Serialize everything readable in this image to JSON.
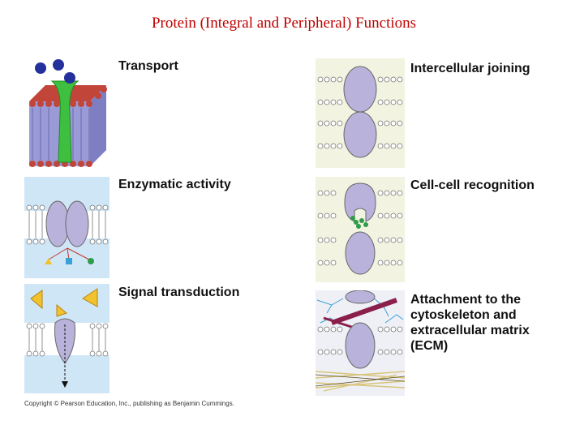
{
  "title": "Protein (Integral and Peripheral) Functions",
  "panels": [
    {
      "key": "transport",
      "label": "Transport"
    },
    {
      "key": "enzymatic",
      "label": "Enzymatic activity"
    },
    {
      "key": "signal",
      "label": "Signal transduction"
    },
    {
      "key": "joining",
      "label": "Intercellular joining"
    },
    {
      "key": "recognition",
      "label": "Cell-cell recognition"
    },
    {
      "key": "attachment",
      "label_lines": [
        "Attachment to the",
        "cytoskeleton and",
        "extracellular matrix",
        "(ECM)"
      ]
    }
  ],
  "copyright": "Copyright © Pearson Education, Inc., publishing as Benjamin Cummings.",
  "colors": {
    "title": "#c00000",
    "membrane_bg": "#cfe6f7",
    "protein": "#b9b3dc",
    "channel": "#3fbf3f",
    "lipid_head": "#c2453a",
    "ecm_fiber": "#8a1f4a",
    "cyto_fiber": "#d8c47a",
    "signal_molecule": "#f2c12e"
  }
}
